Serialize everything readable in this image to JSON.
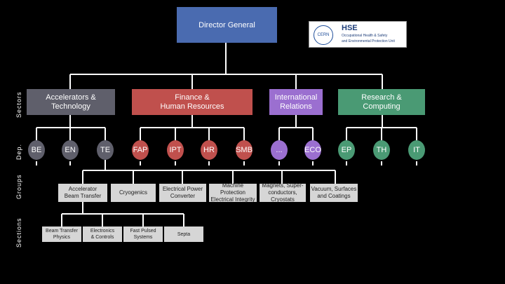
{
  "director": "Director General",
  "logo": {
    "cern_text": "CERN",
    "title": "HSE",
    "subtitle_1": "Occupational Health & Safety",
    "subtitle_2": "and Environmental Protection Unit"
  },
  "side_labels": {
    "sectors": "Sectors",
    "departments": "Dep.",
    "groups": "Groups",
    "sections": "Sections"
  },
  "sectors": [
    {
      "line1": "Accelerators &",
      "line2": "Technology",
      "color": "#5f5f6b"
    },
    {
      "line1": "Finance &",
      "line2": "Human Resources",
      "color": "#c0504d"
    },
    {
      "line1": "International",
      "line2": "Relations",
      "color": "#9b6fd0"
    },
    {
      "line1": "Research &",
      "line2": "Computing",
      "color": "#4a9a74"
    }
  ],
  "departments": [
    "BE",
    "EN",
    "TE",
    "FAP",
    "IPT",
    "HR",
    "SMB",
    "...",
    "ECO",
    "EP",
    "TH",
    "IT"
  ],
  "groups": [
    {
      "line1": "Accelerator",
      "line2": "Beam Transfer"
    },
    {
      "line1": "Cryogenics",
      "line2": ""
    },
    {
      "line1": "Electrical Power",
      "line2": "Converter"
    },
    {
      "line1": "Machine Protection",
      "line2": "Electrical Integrity"
    },
    {
      "line1": "Magnets, Super-",
      "line2": "conductors, Cryostats"
    },
    {
      "line1": "Vacuum, Surfaces",
      "line2": "and Coatings"
    }
  ],
  "sections": [
    {
      "line1": "Beam Transfer",
      "line2": "Physics"
    },
    {
      "line1": "Electronics",
      "line2": "& Controls"
    },
    {
      "line1": "Fast Pulsed",
      "line2": "Systems"
    },
    {
      "line1": "Septa",
      "line2": ""
    }
  ]
}
